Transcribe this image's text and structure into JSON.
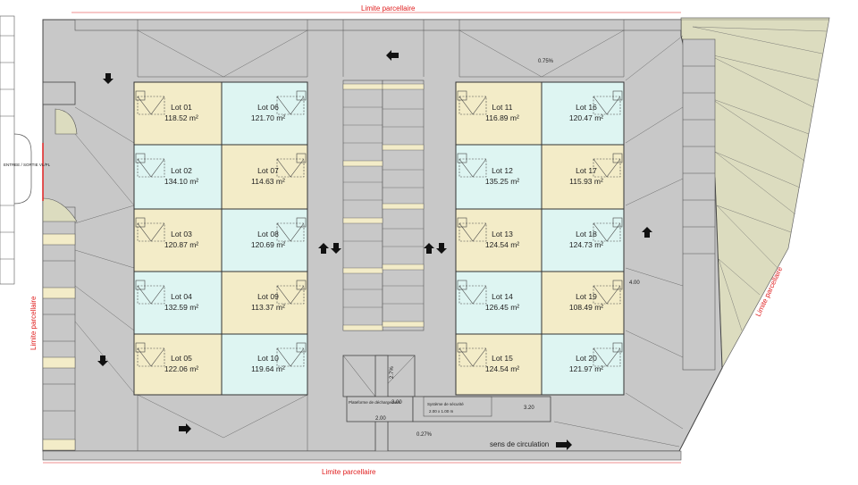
{
  "boundary_labels": {
    "top": "Limite parcellaire",
    "bottom": "Limite parcellaire",
    "left": "Limite parcellaire",
    "right": "Limite parcellaire"
  },
  "annotations": {
    "entry_exit": "ENTREE / SORTIE VL/PL",
    "slope_top": "0.75%",
    "slope_right": "4.00",
    "slope_ramp": "2.7%",
    "slope_bottom": "0.27%",
    "slope_bottom_right": "3.20",
    "level_left": "3.00",
    "level_mid": "2.00",
    "platform": "Plateforme de déchargement",
    "safety_zone_title": "Système de sécurité",
    "safety_zone_dims": "2.00 x 1.00 m",
    "circulation": "sens de circulation"
  },
  "lots": [
    {
      "name": "Lot 01",
      "area": "118.52 m²",
      "type": "yellow"
    },
    {
      "name": "Lot 02",
      "area": "134.10 m²",
      "type": "cyan"
    },
    {
      "name": "Lot 03",
      "area": "120.87 m²",
      "type": "yellow"
    },
    {
      "name": "Lot 04",
      "area": "132.59 m²",
      "type": "cyan"
    },
    {
      "name": "Lot 05",
      "area": "122.06 m²",
      "type": "yellow"
    },
    {
      "name": "Lot 06",
      "area": "121.70 m²",
      "type": "cyan"
    },
    {
      "name": "Lot 07",
      "area": "114.63 m²",
      "type": "yellow"
    },
    {
      "name": "Lot 08",
      "area": "120.69 m²",
      "type": "cyan"
    },
    {
      "name": "Lot 09",
      "area": "113.37 m²",
      "type": "yellow"
    },
    {
      "name": "Lot 10",
      "area": "119.64 m²",
      "type": "cyan"
    },
    {
      "name": "Lot 11",
      "area": "116.89 m²",
      "type": "yellow"
    },
    {
      "name": "Lot 12",
      "area": "135.25 m²",
      "type": "cyan"
    },
    {
      "name": "Lot 13",
      "area": "124.54 m²",
      "type": "yellow"
    },
    {
      "name": "Lot 14",
      "area": "126.45 m²",
      "type": "cyan"
    },
    {
      "name": "Lot 15",
      "area": "124.54 m²",
      "type": "yellow"
    },
    {
      "name": "Lot 16",
      "area": "120.47 m²",
      "type": "cyan"
    },
    {
      "name": "Lot 17",
      "area": "115.93 m²",
      "type": "yellow"
    },
    {
      "name": "Lot 18",
      "area": "124.73 m²",
      "type": "cyan"
    },
    {
      "name": "Lot 19",
      "area": "108.49 m²",
      "type": "yellow"
    },
    {
      "name": "Lot 20",
      "area": "121.97 m²",
      "type": "cyan"
    }
  ],
  "colors": {
    "yellow_lot": "#f3ecc8",
    "cyan_lot": "#def5f2",
    "road": "#c8c8c8",
    "green_area": "#dcdcbf",
    "boundary": "#e02020"
  }
}
